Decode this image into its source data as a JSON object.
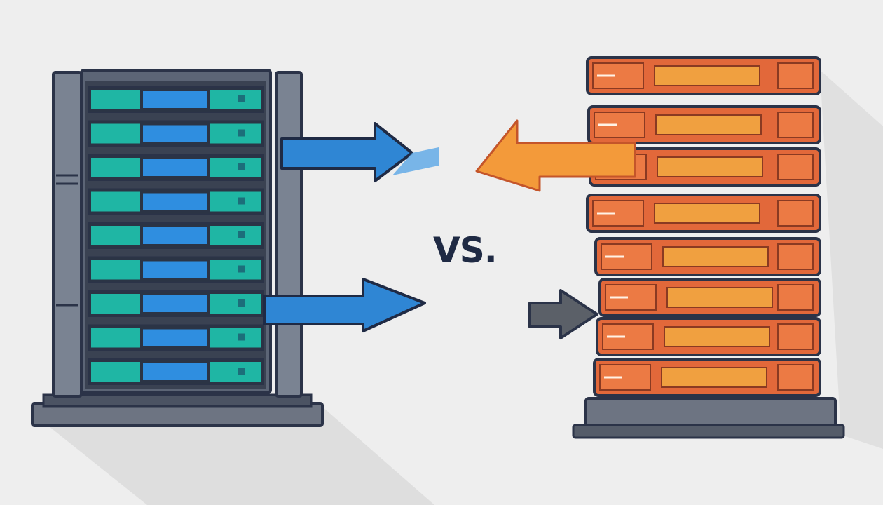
{
  "comparison_label": "VS.",
  "colors": {
    "background": "#eeeeee",
    "outline": "#2b3348",
    "left_frame": "#6f7887",
    "left_blade_blue": "#2f8ee0",
    "left_blade_teal": "#1fb6a4",
    "right_unit_orange": "#e2683a",
    "right_accent": "#f0a040",
    "arrow_blue": "#2f86d4",
    "arrow_orange": "#f39a3a",
    "arrow_gray": "#5b6068",
    "base_gray": "#6d7482"
  },
  "icons": {
    "left": "server-rack-icon",
    "right": "stacked-servers-icon",
    "arrows": [
      "arrow-right-icon",
      "arrow-left-icon",
      "arrow-right-icon",
      "arrow-right-icon"
    ]
  },
  "left_rack": {
    "slot_count": 9
  },
  "right_stack": {
    "unit_count": 8
  }
}
